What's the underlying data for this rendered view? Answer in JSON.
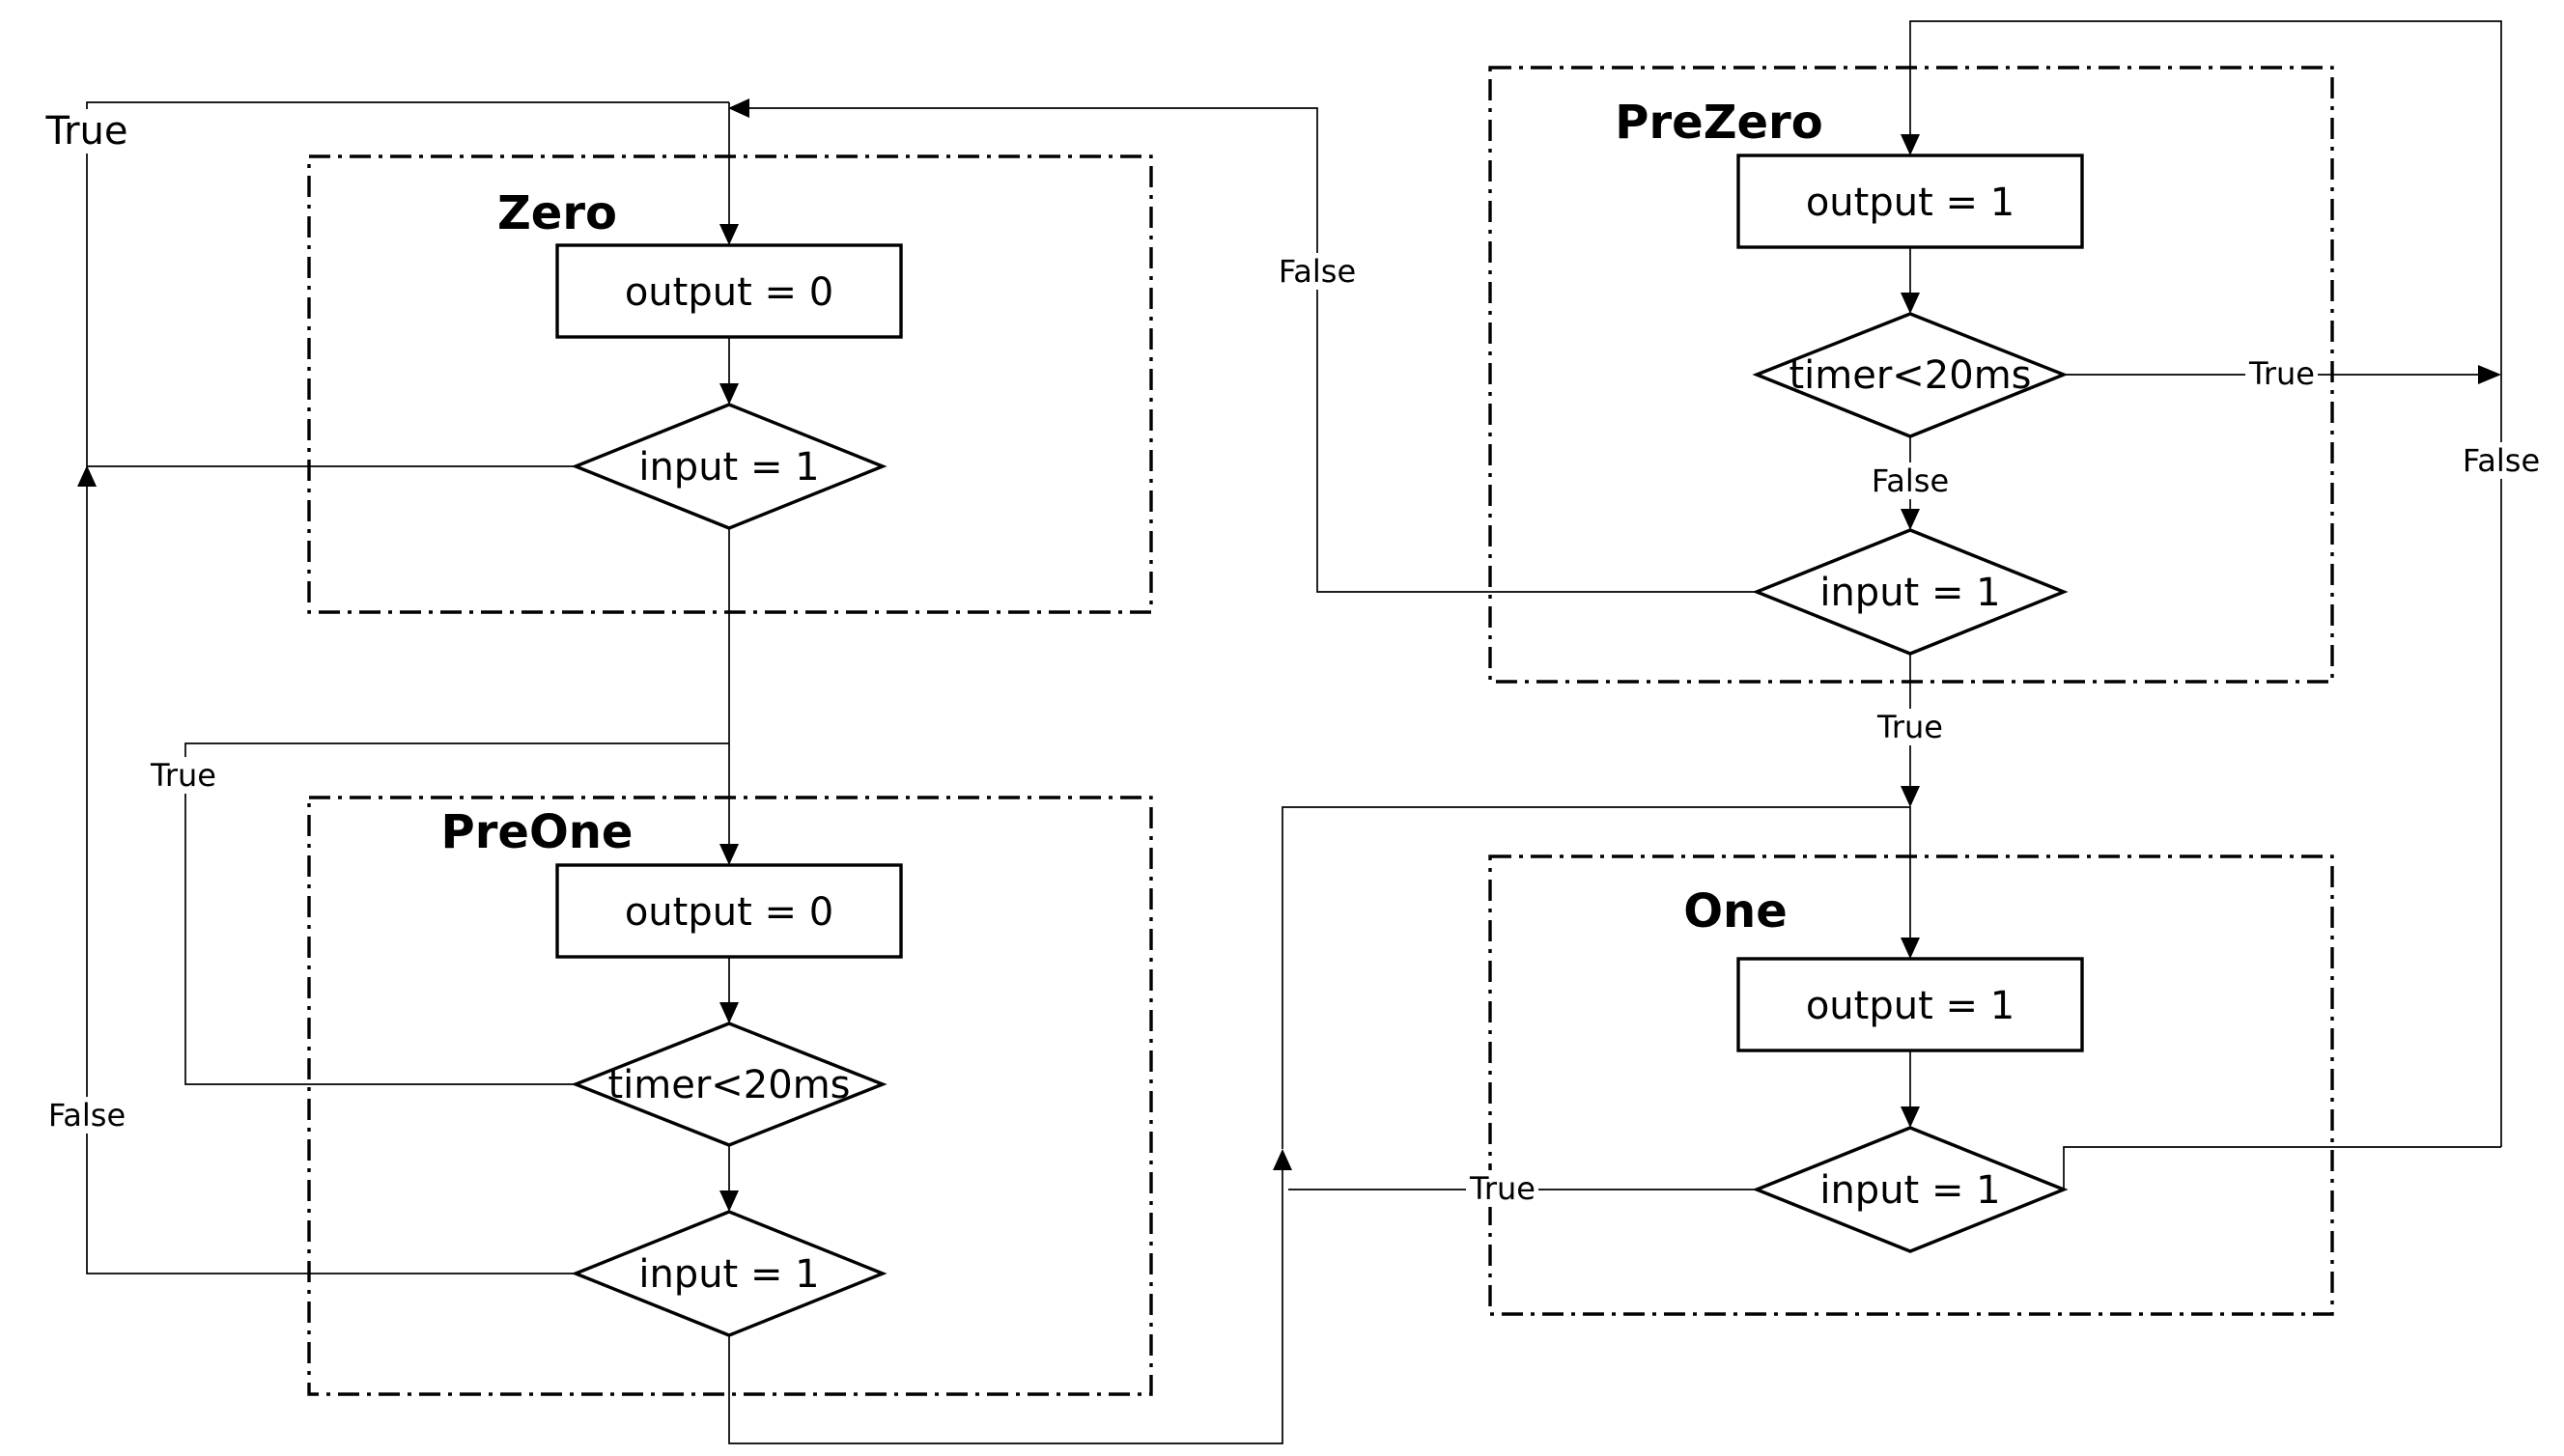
{
  "states": {
    "zero": {
      "title": "Zero",
      "action": "output = 0",
      "decision": "input = 1"
    },
    "pre_one": {
      "title": "PreOne",
      "action": "output = 0",
      "timer_decision": "timer<20ms",
      "decision": "input = 1"
    },
    "pre_zero": {
      "title": "PreZero",
      "action": "output = 1",
      "timer_decision": "timer<20ms",
      "decision": "input = 1"
    },
    "one": {
      "title": "One",
      "action": "output = 1",
      "decision": "input = 1"
    }
  },
  "edge_labels": {
    "zero_true": "True",
    "pre_one_timer_true": "True",
    "pre_one_input_false": "False",
    "pre_zero_input_false": "False",
    "pre_zero_timer_true": "True",
    "pre_zero_timer_false": "False",
    "pre_zero_input_true": "True",
    "one_input_true": "True",
    "one_input_false": "False"
  }
}
